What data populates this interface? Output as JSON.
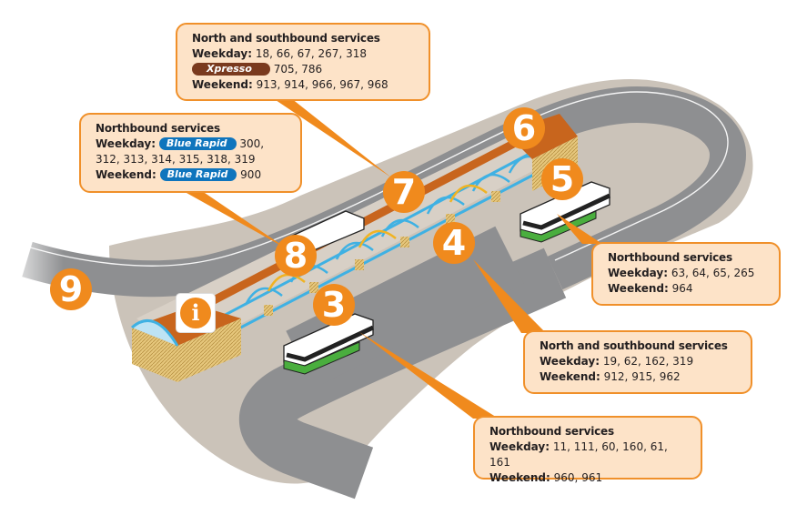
{
  "map": {
    "title": "Bus station platform services map",
    "colors": {
      "accent": "#f08a1d",
      "callout_bg": "#fde3c8",
      "callout_border": "#f0902a",
      "xpresso": "#7a3a1e",
      "blue_rapid": "#0f75bd",
      "road": "#8e8f91",
      "ground": "#cbc3b9",
      "canopy": "#c8651d",
      "frame_blue": "#3fb1e3",
      "frame_yellow": "#f0b323",
      "bus_green": "#4aae3e"
    },
    "markers": [
      {
        "id": "3",
        "label": "3"
      },
      {
        "id": "4",
        "label": "4"
      },
      {
        "id": "5",
        "label": "5"
      },
      {
        "id": "6",
        "label": "6"
      },
      {
        "id": "7",
        "label": "7"
      },
      {
        "id": "8",
        "label": "8"
      },
      {
        "id": "9",
        "label": "9"
      }
    ],
    "info_icon": {
      "label": "i",
      "icon": "information-icon"
    },
    "callouts": {
      "stop7": {
        "title": "North and southbound services",
        "weekday_label": "Weekday:",
        "weekday": "18, 66, 67, 267, 318",
        "xpresso_label": "Xpresso",
        "xpresso": "705, 786",
        "weekend_label": "Weekend:",
        "weekend": "913, 914, 966, 967, 968"
      },
      "stop8": {
        "title": "Northbound services",
        "weekday_label": "Weekday:",
        "weekday_badge": "Blue Rapid",
        "weekday": "300, 312, 313, 314, 315, 318, 319",
        "weekend_label": "Weekend:",
        "weekend_badge": "Blue Rapid",
        "weekend": "900"
      },
      "stop5": {
        "title": "Northbound services",
        "weekday_label": "Weekday:",
        "weekday": "63, 64, 65, 265",
        "weekend_label": "Weekend:",
        "weekend": "964"
      },
      "stop4": {
        "title": "North and southbound services",
        "weekday_label": "Weekday:",
        "weekday": "19, 62, 162, 319",
        "weekend_label": "Weekend:",
        "weekend": "912, 915, 962"
      },
      "stop3": {
        "title": "Northbound services",
        "weekday_label": "Weekday:",
        "weekday": "11, 111, 60, 160, 61, 161",
        "weekend_label": "Weekend:",
        "weekend": "960, 961"
      }
    }
  }
}
